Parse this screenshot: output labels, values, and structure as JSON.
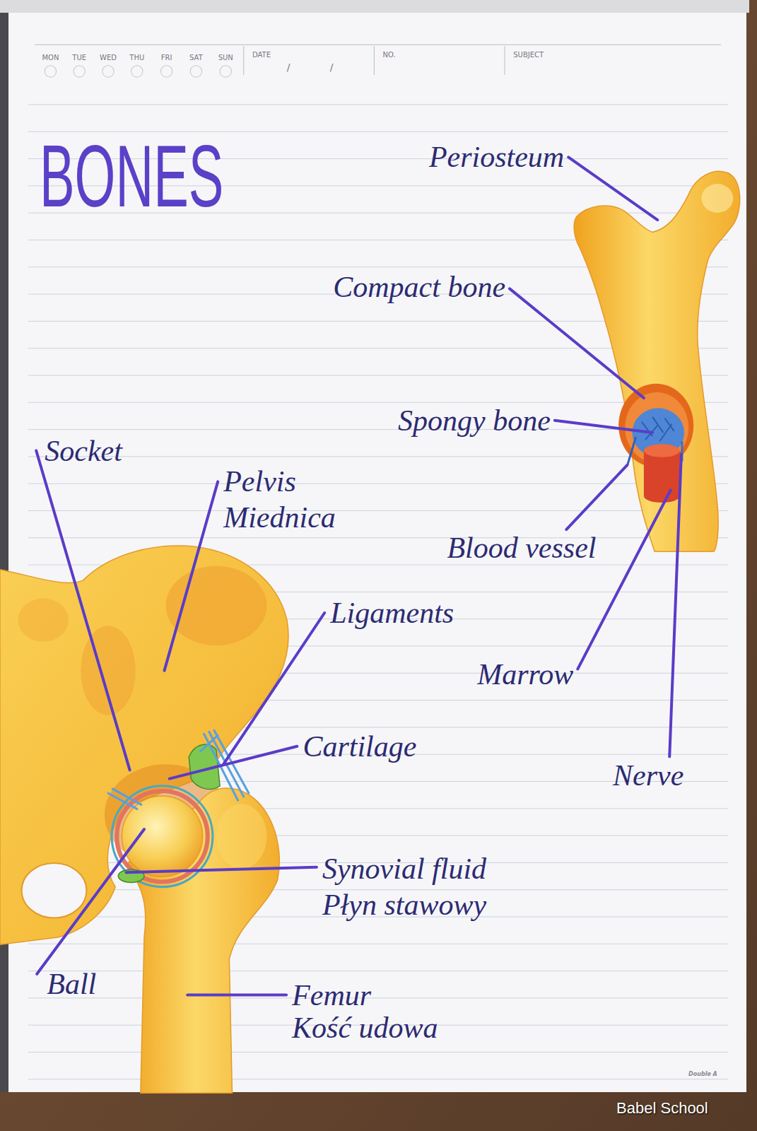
{
  "diagram": {
    "title": "BONES",
    "labels": [
      "MON",
      "TUE",
      "WED",
      "THU",
      "FRI",
      "SAT",
      "SUN",
      "DATE",
      "/",
      "/",
      "NO.",
      "SUBJECT",
      "Periosteum",
      "Compact bone",
      "Spongy bone",
      "Blood vessel",
      "Marrow",
      "Nerve",
      "Socket",
      "Pelvis",
      "Miednica",
      "Ligaments",
      "Cartilage",
      "Synovial fluid",
      "Płyn stawowy",
      "Ball",
      "Femur",
      "Kość udowa",
      "Double A",
      "Babel School"
    ]
  }
}
